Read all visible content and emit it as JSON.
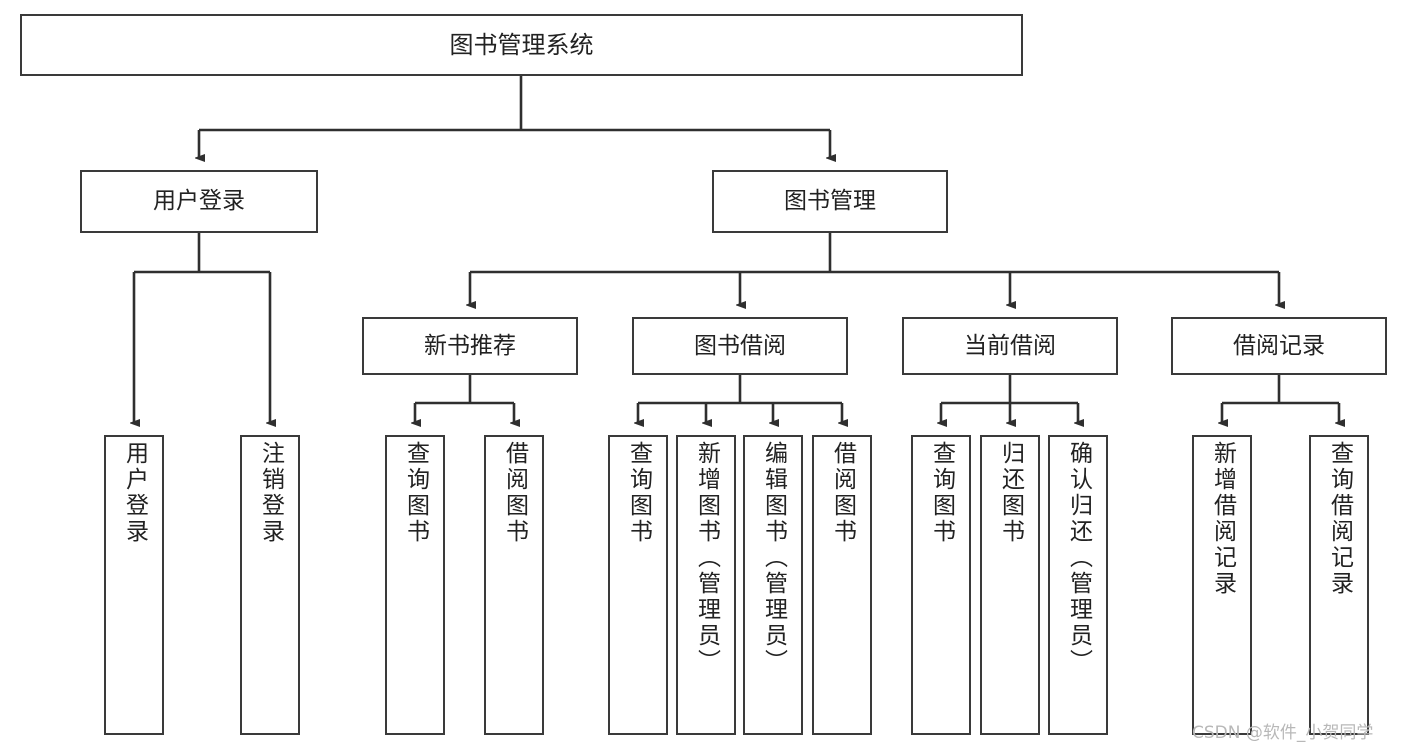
{
  "diagram": {
    "title": "图书管理系统",
    "type": "tree",
    "watermark": "CSDN @软件_小贺同学",
    "colors": {
      "box_border": "#3a3a3a",
      "box_fill": "#ffffff",
      "connector": "#2f2f2f",
      "text": "#222222",
      "watermark": "#b8b8b8"
    },
    "levels": {
      "root": {
        "label": "图书管理系统"
      },
      "level2": [
        {
          "id": "user-login",
          "label": "用户登录"
        },
        {
          "id": "book-management",
          "label": "图书管理"
        }
      ],
      "level3": [
        {
          "id": "new-book-recommend",
          "label": "新书推荐",
          "parent": "book-management"
        },
        {
          "id": "book-borrow",
          "label": "图书借阅",
          "parent": "book-management"
        },
        {
          "id": "current-borrow",
          "label": "当前借阅",
          "parent": "book-management"
        },
        {
          "id": "borrow-record",
          "label": "借阅记录",
          "parent": "book-management"
        }
      ],
      "leaves": [
        {
          "id": "leaf-user-login",
          "label": "用户登录",
          "parent": "user-login"
        },
        {
          "id": "leaf-logout",
          "label": "注销登录",
          "parent": "user-login"
        },
        {
          "id": "leaf-query-book-1",
          "label": "查询图书",
          "parent": "new-book-recommend"
        },
        {
          "id": "leaf-borrow-book-1",
          "label": "借阅图书",
          "parent": "new-book-recommend"
        },
        {
          "id": "leaf-query-book-2",
          "label": "查询图书",
          "parent": "book-borrow"
        },
        {
          "id": "leaf-add-book",
          "label": "新增图书（管理员）",
          "parent": "book-borrow"
        },
        {
          "id": "leaf-edit-book",
          "label": "编辑图书（管理员）",
          "parent": "book-borrow"
        },
        {
          "id": "leaf-borrow-book-2",
          "label": "借阅图书",
          "parent": "book-borrow"
        },
        {
          "id": "leaf-query-book-3",
          "label": "查询图书",
          "parent": "current-borrow"
        },
        {
          "id": "leaf-return-book",
          "label": "归还图书",
          "parent": "current-borrow"
        },
        {
          "id": "leaf-confirm-return",
          "label": "确认归还（管理员）",
          "parent": "current-borrow"
        },
        {
          "id": "leaf-add-record",
          "label": "新增借阅记录",
          "parent": "borrow-record"
        },
        {
          "id": "leaf-query-record",
          "label": "查询借阅记录",
          "parent": "borrow-record"
        }
      ]
    }
  }
}
